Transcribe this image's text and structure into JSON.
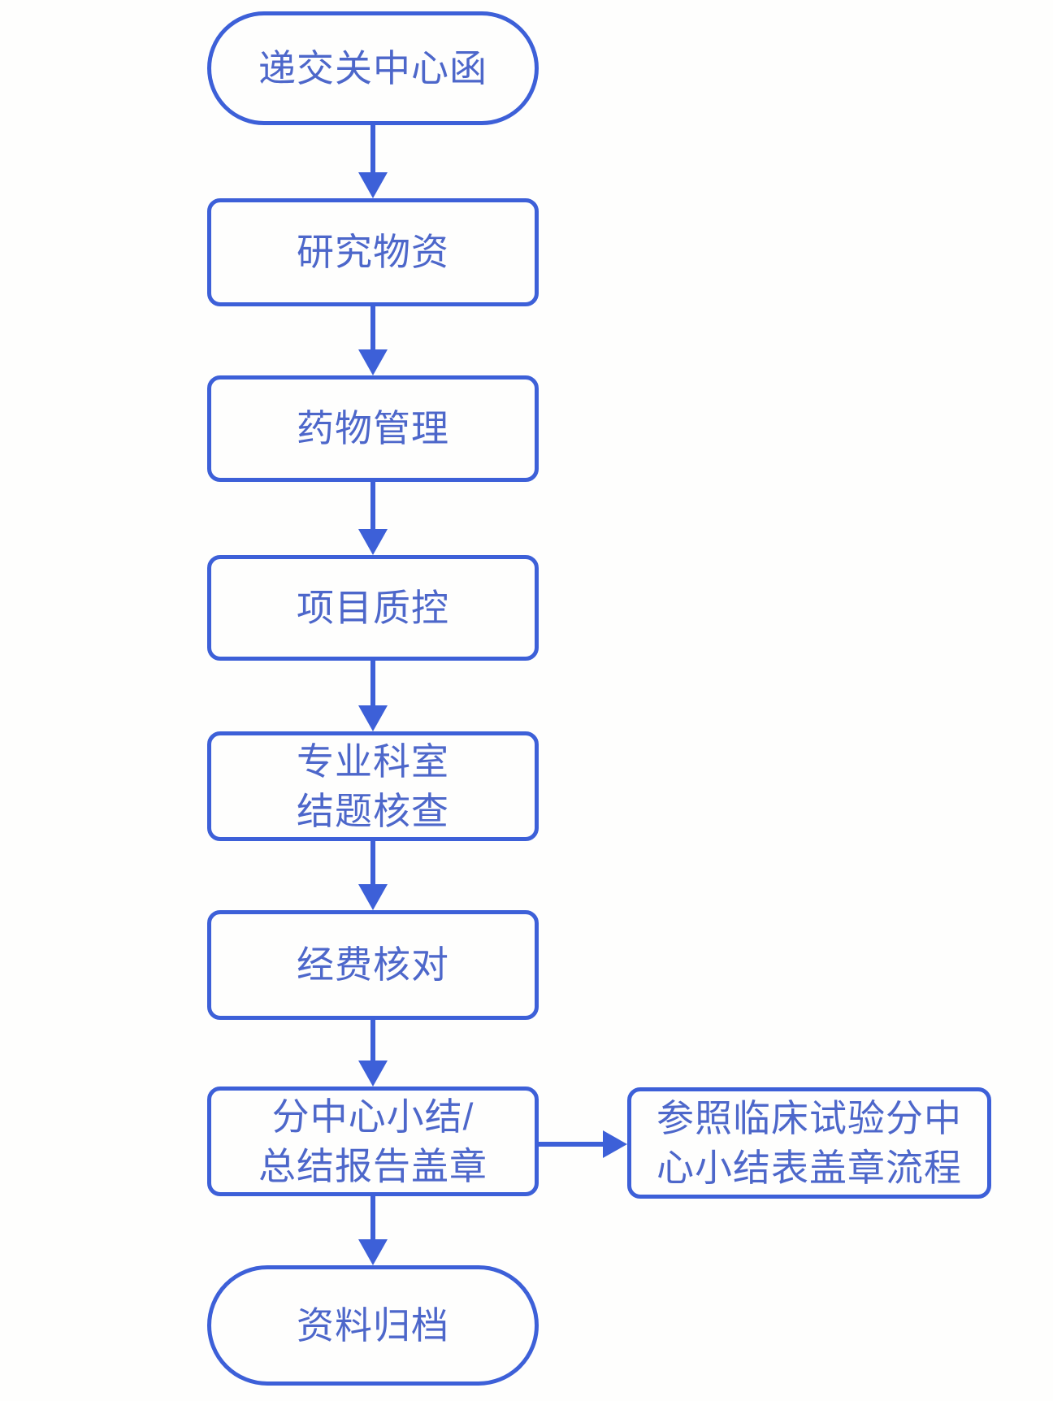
{
  "flowchart": {
    "colors": {
      "stroke": "#3d60d8",
      "text": "#4d67ca",
      "background": "#fefefd"
    },
    "nodes": [
      {
        "id": "submit-center-closure-letter",
        "shape": "stadium",
        "label": "递交关中心函"
      },
      {
        "id": "research-supplies",
        "shape": "rect",
        "label": "研究物资"
      },
      {
        "id": "drug-management",
        "shape": "rect",
        "label": "药物管理"
      },
      {
        "id": "project-quality-control",
        "shape": "rect",
        "label": "项目质控"
      },
      {
        "id": "specialty-department-closure-check",
        "shape": "rect",
        "label": "专业科室\n结题核查"
      },
      {
        "id": "funding-reconciliation",
        "shape": "rect",
        "label": "经费核对"
      },
      {
        "id": "subcenter-summary-report-stamping",
        "shape": "rect",
        "label": "分中心小结/\n总结报告盖章"
      },
      {
        "id": "document-archiving",
        "shape": "stadium",
        "label": "资料归档"
      },
      {
        "id": "refer-to-trial-subcenter-stamp-flow",
        "shape": "rect",
        "label": "参照临床试验分中\n心小结表盖章流程"
      }
    ],
    "edges": [
      {
        "from": "submit-center-closure-letter",
        "to": "research-supplies",
        "direction": "down"
      },
      {
        "from": "research-supplies",
        "to": "drug-management",
        "direction": "down"
      },
      {
        "from": "drug-management",
        "to": "project-quality-control",
        "direction": "down"
      },
      {
        "from": "project-quality-control",
        "to": "specialty-department-closure-check",
        "direction": "down"
      },
      {
        "from": "specialty-department-closure-check",
        "to": "funding-reconciliation",
        "direction": "down"
      },
      {
        "from": "funding-reconciliation",
        "to": "subcenter-summary-report-stamping",
        "direction": "down"
      },
      {
        "from": "subcenter-summary-report-stamping",
        "to": "document-archiving",
        "direction": "down"
      },
      {
        "from": "subcenter-summary-report-stamping",
        "to": "refer-to-trial-subcenter-stamp-flow",
        "direction": "right"
      }
    ]
  }
}
